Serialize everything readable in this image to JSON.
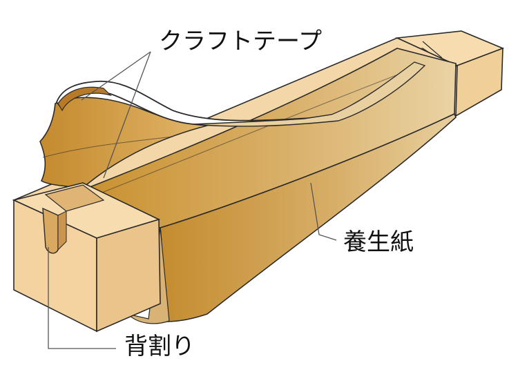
{
  "labels": {
    "kraft_tape": "クラフトテープ",
    "curing_paper": "養生紙",
    "back_groove": "背割り"
  },
  "colors": {
    "wood_face": "#f4d7a8",
    "wood_side": "#e6bd82",
    "paper_light": "#e9cf9c",
    "paper_dark": "#c98f32",
    "tape_inner": "#b87a28",
    "outline": "#2a2a2a",
    "leader": "#555555"
  }
}
